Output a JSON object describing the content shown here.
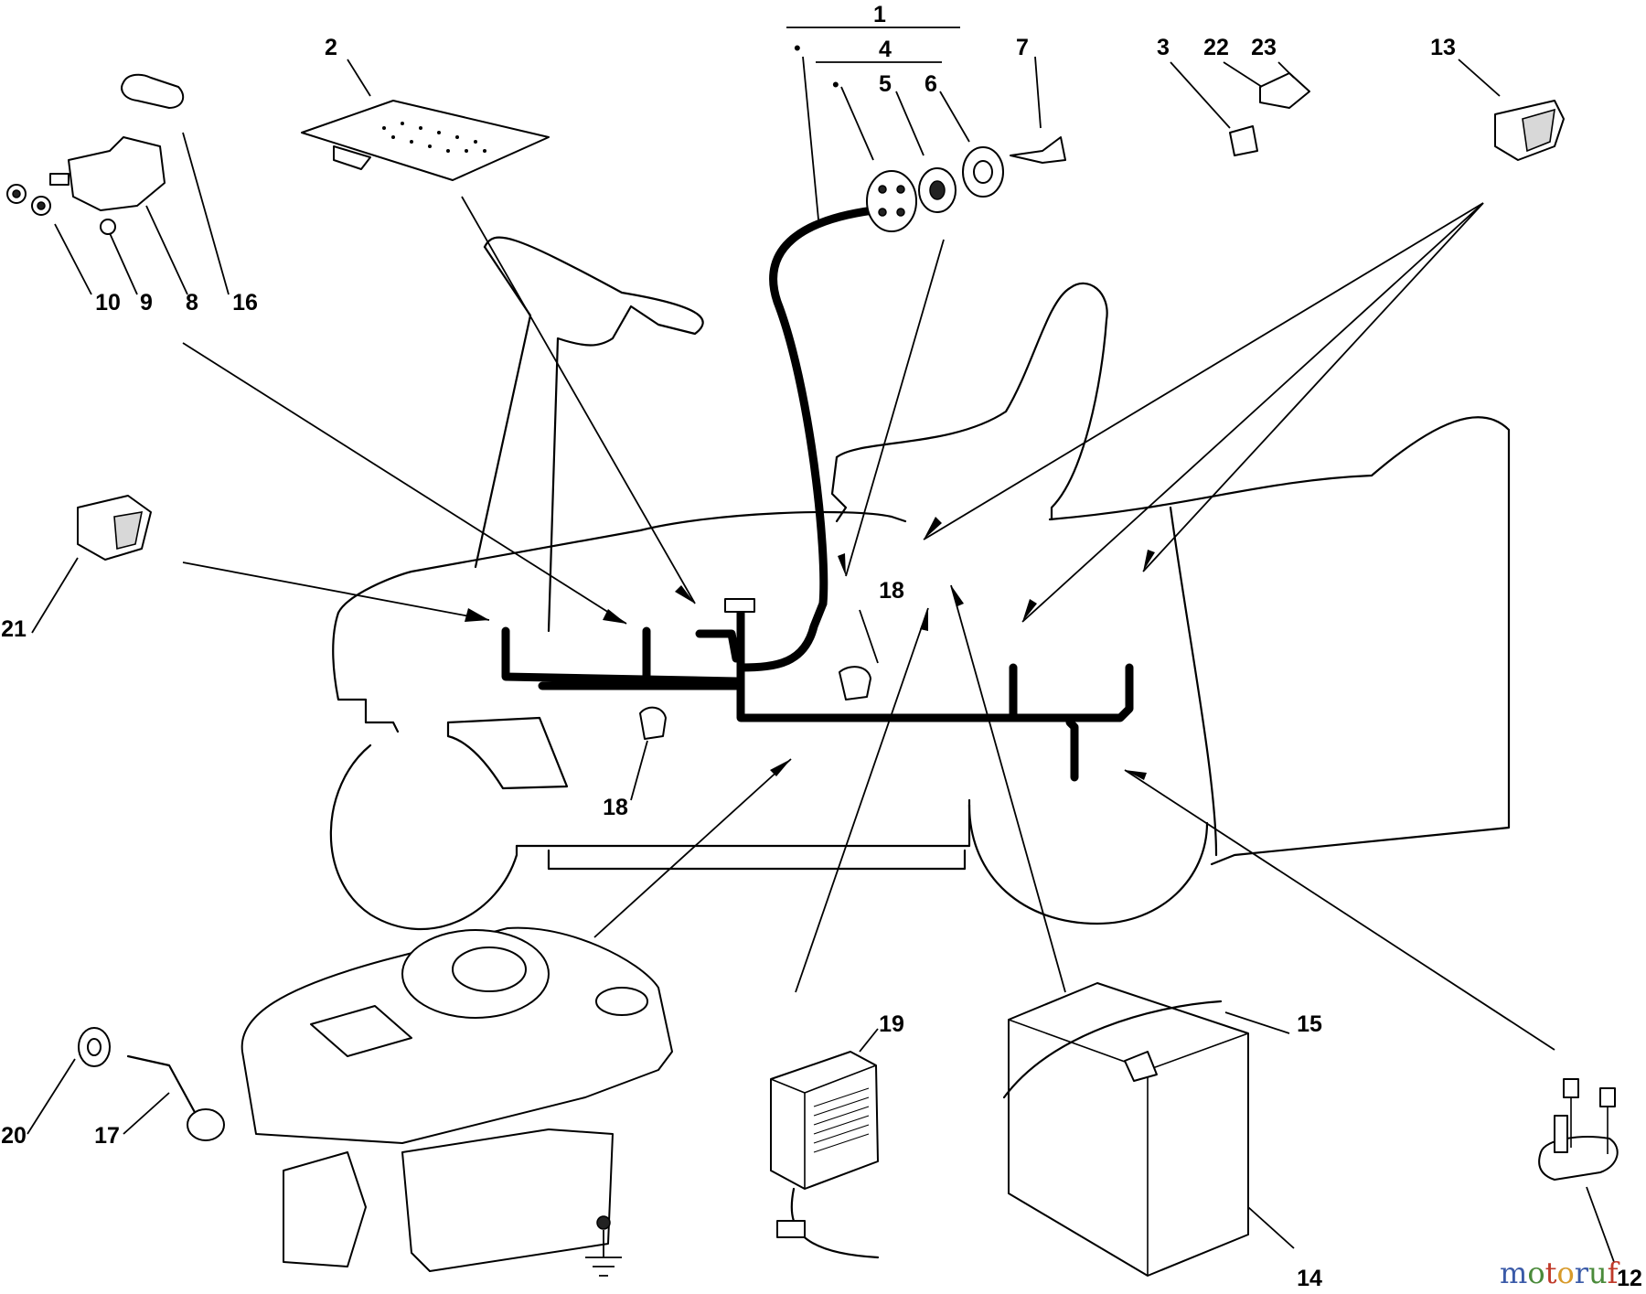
{
  "callouts": {
    "p1": "1",
    "p2": "2",
    "p3": "3",
    "p4": "4",
    "p5": "5",
    "p6": "6",
    "p7": "7",
    "p8": "8",
    "p9": "9",
    "p10": "10",
    "p12": "12",
    "p13": "13",
    "p14": "14",
    "p15": "15",
    "p16": "16",
    "p17": "17",
    "p18a": "18",
    "p18b": "18",
    "p19": "19",
    "p20": "20",
    "p21": "21",
    "p22": "22",
    "p23": "23"
  },
  "markers": {
    "dot1": "•",
    "dot2": "•"
  },
  "watermark": {
    "m": "m",
    "o1": "o",
    "t": "t",
    "o2": "o",
    "r": "r",
    "u": "u",
    "f": "f",
    "colors": [
      "#3a5aa8",
      "#4a8a3a",
      "#c03a2a",
      "#d89a2a",
      "#3a5aa8",
      "#4a8a3a",
      "#c03a2a"
    ]
  }
}
